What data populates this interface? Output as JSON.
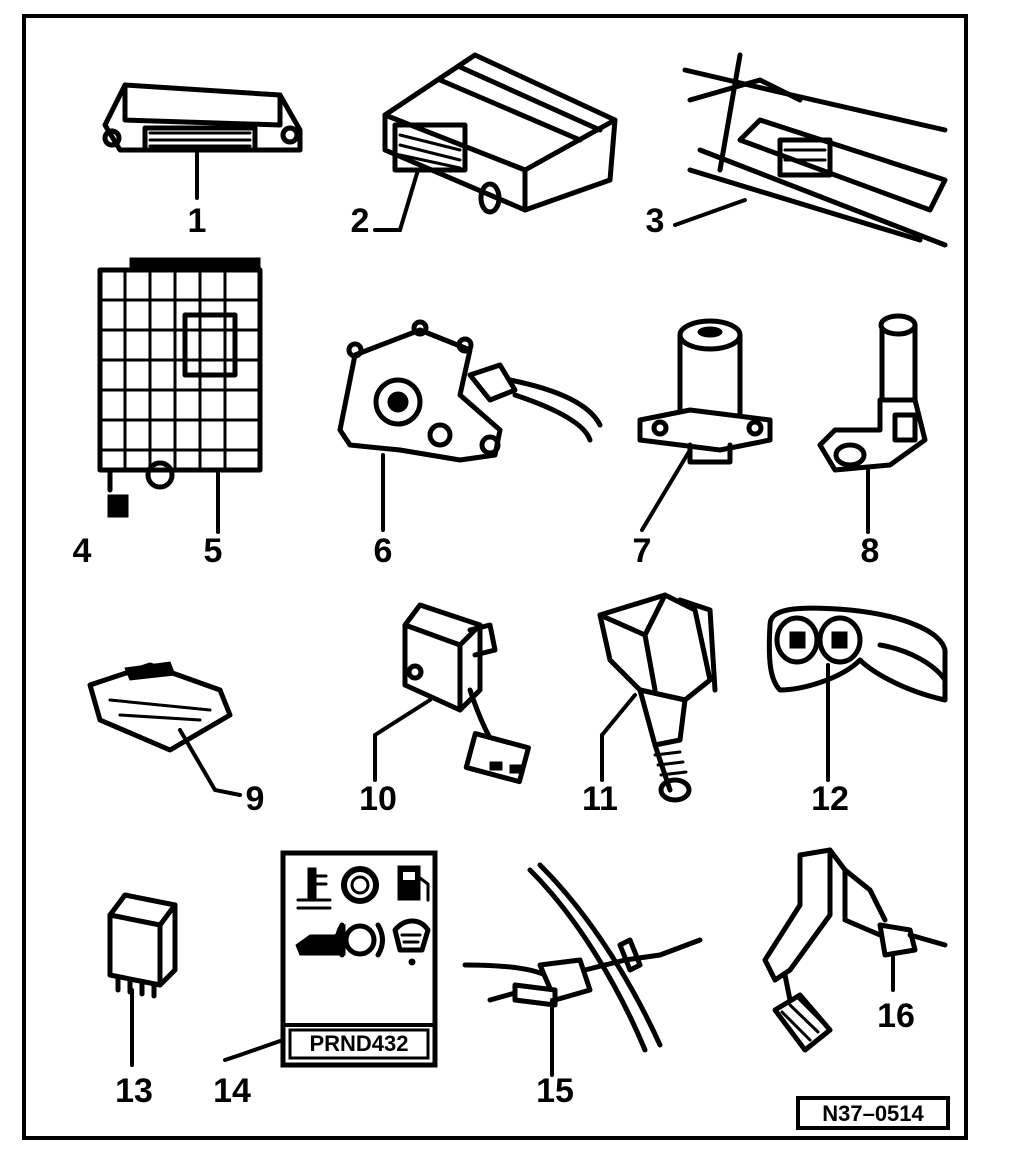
{
  "parts": [
    {
      "id": "part-1",
      "label": "1"
    },
    {
      "id": "part-2",
      "label": "2"
    },
    {
      "id": "part-3",
      "label": "3"
    },
    {
      "id": "part-4",
      "label": "4"
    },
    {
      "id": "part-5",
      "label": "5"
    },
    {
      "id": "part-6",
      "label": "6"
    },
    {
      "id": "part-7",
      "label": "7"
    },
    {
      "id": "part-8",
      "label": "8"
    },
    {
      "id": "part-9",
      "label": "9"
    },
    {
      "id": "part-10",
      "label": "10"
    },
    {
      "id": "part-11",
      "label": "11"
    },
    {
      "id": "part-12",
      "label": "12"
    },
    {
      "id": "part-13",
      "label": "13"
    },
    {
      "id": "part-14",
      "label": "14"
    },
    {
      "id": "part-15",
      "label": "15"
    },
    {
      "id": "part-16",
      "label": "16"
    }
  ],
  "instrument_panel_text": "PRND432",
  "figure_ref": "N37–0514",
  "colors": {
    "ink": "#000000",
    "paper": "#ffffff"
  }
}
